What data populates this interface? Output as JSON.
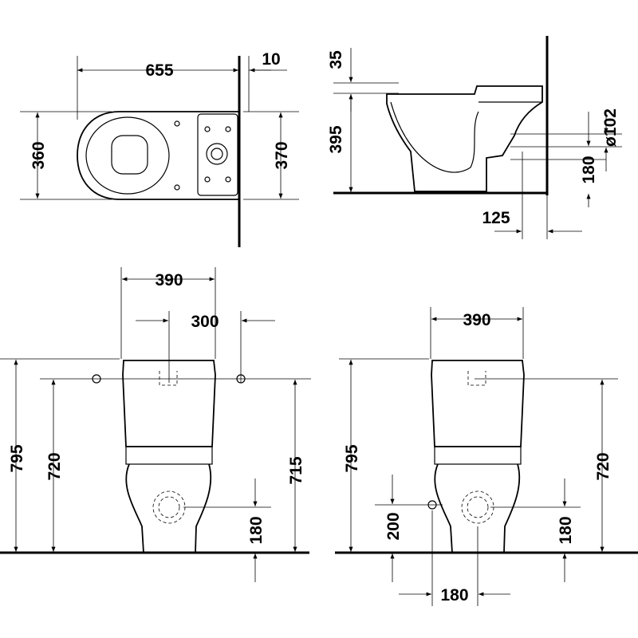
{
  "plan_view": {
    "length": "655",
    "wall_gap": "10",
    "width": "360",
    "tank_width": "370"
  },
  "side_view": {
    "seat_height_offset": "35",
    "height": "395",
    "outlet_diameter": "ø102",
    "outlet_height": "180",
    "outlet_offset": "125"
  },
  "front_view_left": {
    "tank_width": "390",
    "supply_spacing": "300",
    "total_height": "795",
    "tank_connect_height": "720",
    "supply_height": "715",
    "outlet_height": "180"
  },
  "front_view_right": {
    "tank_width": "390",
    "total_height": "795",
    "tank_connect_height": "720",
    "supply_height": "200",
    "outlet_height": "180",
    "supply_offset": "180"
  }
}
